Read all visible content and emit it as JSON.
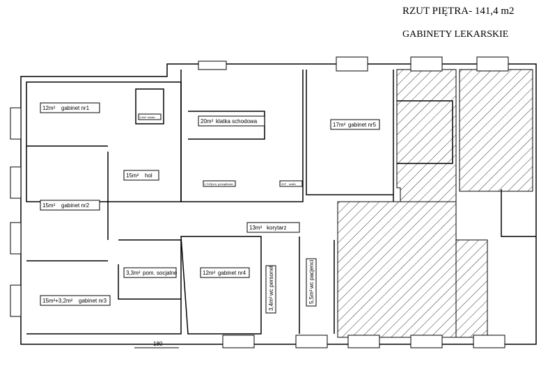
{
  "title": "RZUT PIĘTRA- 141,4 m2",
  "subtitle": "GABINETY LEKARSKIE",
  "rooms": [
    {
      "area": "12m²",
      "name": "gabinet nr1"
    },
    {
      "area": "20m²",
      "name": "klatka schodowa"
    },
    {
      "area": "17m²",
      "name": "gabinet nr5"
    },
    {
      "area": "15m²",
      "name": "hol"
    },
    {
      "area": "15m²",
      "name": "gabinet nr2"
    },
    {
      "area": "13m²",
      "name": "korytarz"
    },
    {
      "area": "3,3m²",
      "name": "pom. socjalne"
    },
    {
      "area": "12m²",
      "name": "gabinet nr4"
    },
    {
      "area": "15m²+3,2m²",
      "name": "gabinet nr3"
    },
    {
      "area": "3,4m²",
      "name": "wc personel"
    },
    {
      "area": "5,5m²",
      "name": "wc pacjenci"
    },
    {
      "area": "1,5m²",
      "name": "winda"
    },
    {
      "area": "1,7m²",
      "name": "pom. porządkowe"
    },
    {
      "area": "2m²",
      "name": "szafa"
    }
  ],
  "dimension": "180"
}
